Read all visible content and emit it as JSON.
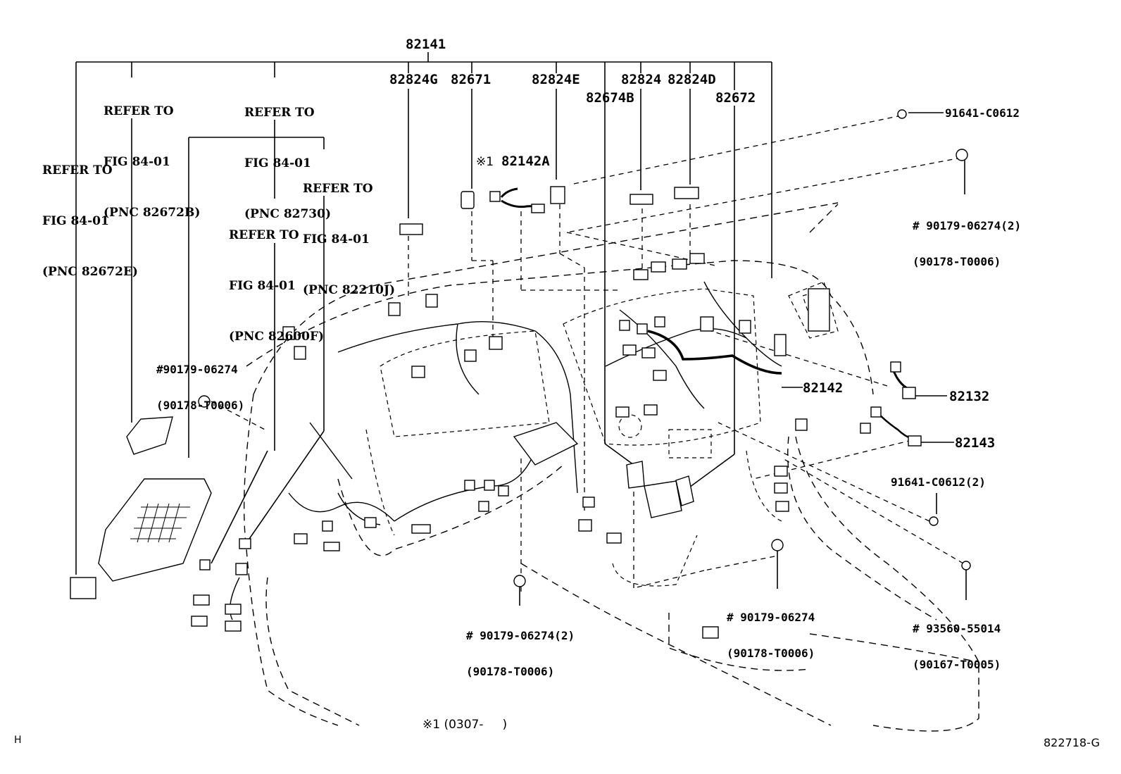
{
  "main_part": "82141",
  "top_parts": [
    "82824G",
    "82671",
    "82824E",
    "82824",
    "82824D",
    "82674B",
    "82672"
  ],
  "refers": [
    {
      "line1": "REFER TO",
      "line2": "FIG 84-01",
      "line3": "(PNC 82672B)"
    },
    {
      "line1": "REFER TO",
      "line2": "FIG 84-01",
      "line3": "(PNC 82730)"
    },
    {
      "line1": "REFER TO",
      "line2": "FIG 84-01",
      "line3": "(PNC 82672E)"
    },
    {
      "line1": "REFER TO",
      "line2": "FIG 84-01",
      "line3": "(PNC 82210J)"
    },
    {
      "line1": "REFER TO",
      "line2": "FIG 84-01",
      "line3": "(PNC 82600F)"
    }
  ],
  "note_mark": "※1",
  "part_82142A": "82142A",
  "part_82142": "82142",
  "part_82132": "82132",
  "part_82143": "82143",
  "bolt_top": "91641-C0612",
  "bolt_mid": "91641-C0612(2)",
  "clip_top_right": {
    "line1": "# 90179-06274(2)",
    "line2": "(90178-T0006)"
  },
  "clip_left": {
    "line1": "#90179-06274",
    "line2": "(90178-T0006)"
  },
  "clip_bottom_center": {
    "line1": "# 90179-06274(2)",
    "line2": "(90178-T0006)"
  },
  "clip_bottom_right": {
    "line1": "# 90179-06274",
    "line2": "(90178-T0006)"
  },
  "screw_bottom_right": {
    "line1": "# 93560-55014",
    "line2": "(90167-T0005)"
  },
  "footnote": "※1 (0307-     )",
  "corner_left": "H",
  "figure_code": "822718-G"
}
